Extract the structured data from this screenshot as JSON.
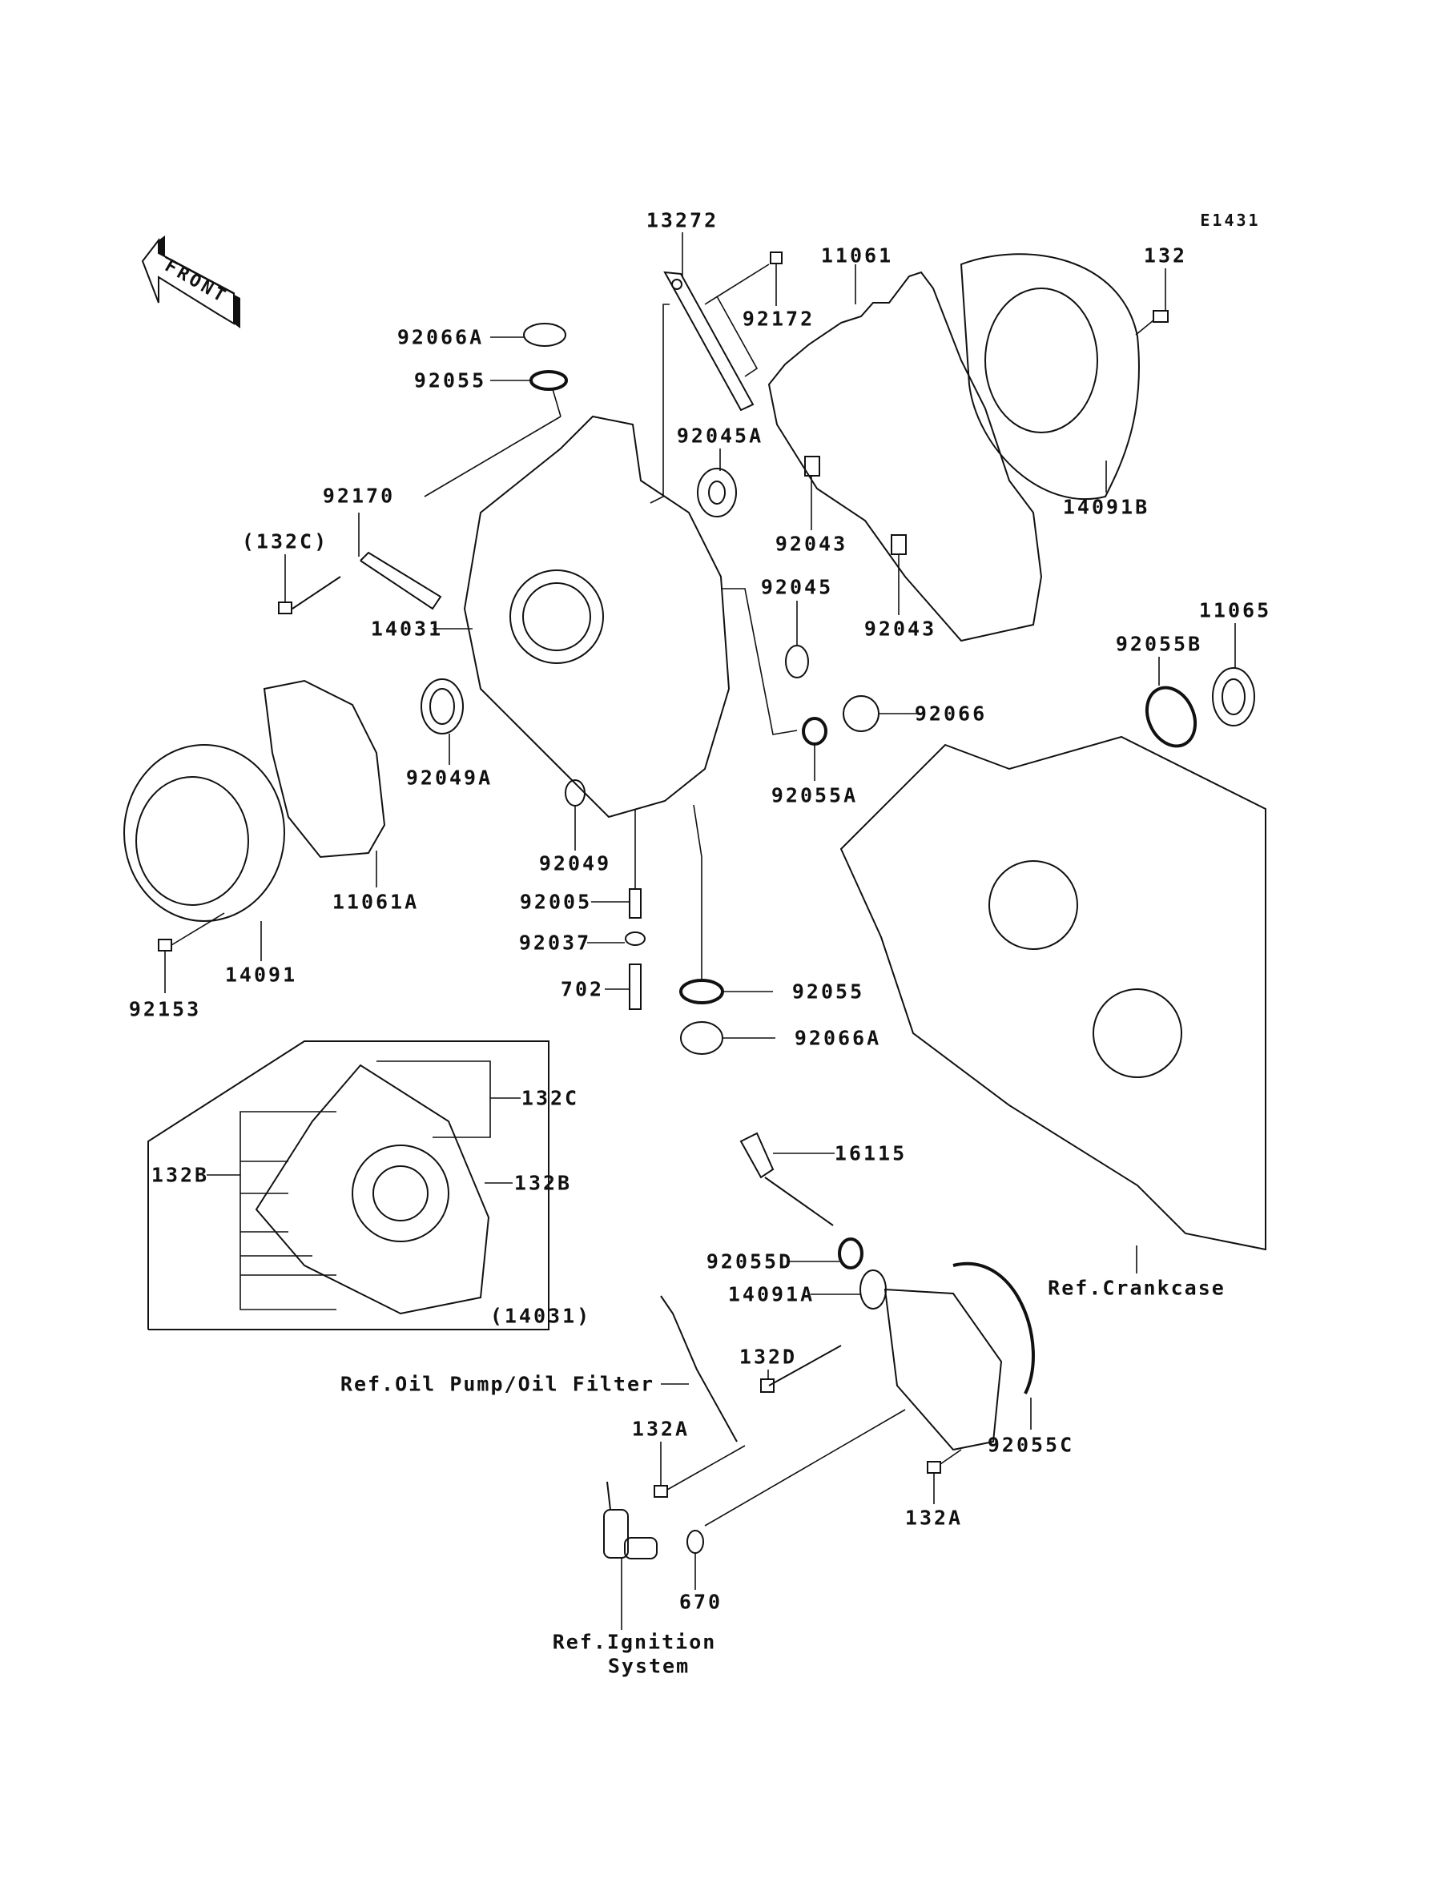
{
  "diagram": {
    "title_code": "E1431",
    "front_indicator": "FRONT",
    "parts": [
      {
        "id": "13272",
        "label": "13272"
      },
      {
        "id": "11061",
        "label": "11061"
      },
      {
        "id": "132",
        "label": "132"
      },
      {
        "id": "92172",
        "label": "92172"
      },
      {
        "id": "92066A_top",
        "label": "92066A"
      },
      {
        "id": "92055_top",
        "label": "92055"
      },
      {
        "id": "92045A",
        "label": "92045A"
      },
      {
        "id": "92170",
        "label": "92170"
      },
      {
        "id": "14091B",
        "label": "14091B"
      },
      {
        "id": "132C_paren",
        "label": "(132C)"
      },
      {
        "id": "92043_a",
        "label": "92043"
      },
      {
        "id": "92045",
        "label": "92045"
      },
      {
        "id": "11065",
        "label": "11065"
      },
      {
        "id": "14031",
        "label": "14031"
      },
      {
        "id": "92043_b",
        "label": "92043"
      },
      {
        "id": "92055B",
        "label": "92055B"
      },
      {
        "id": "92066",
        "label": "92066"
      },
      {
        "id": "92049A",
        "label": "92049A"
      },
      {
        "id": "92055A",
        "label": "92055A"
      },
      {
        "id": "92049",
        "label": "92049"
      },
      {
        "id": "11061A",
        "label": "11061A"
      },
      {
        "id": "92005",
        "label": "92005"
      },
      {
        "id": "92037",
        "label": "92037"
      },
      {
        "id": "14091",
        "label": "14091"
      },
      {
        "id": "702",
        "label": "702"
      },
      {
        "id": "92055_mid",
        "label": "92055"
      },
      {
        "id": "92153",
        "label": "92153"
      },
      {
        "id": "92066A_mid",
        "label": "92066A"
      },
      {
        "id": "132C",
        "label": "132C"
      },
      {
        "id": "16115",
        "label": "16115"
      },
      {
        "id": "132B_left",
        "label": "132B"
      },
      {
        "id": "132B_right",
        "label": "132B"
      },
      {
        "id": "92055D",
        "label": "92055D"
      },
      {
        "id": "14091A",
        "label": "14091A"
      },
      {
        "id": "14031_paren",
        "label": "(14031)"
      },
      {
        "id": "132D",
        "label": "132D"
      },
      {
        "id": "132A_left",
        "label": "132A"
      },
      {
        "id": "92055C",
        "label": "92055C"
      },
      {
        "id": "132A_right",
        "label": "132A"
      },
      {
        "id": "670",
        "label": "670"
      }
    ],
    "references": {
      "crankcase": "Ref.Crankcase",
      "oil_pump": "Ref.Oil Pump/Oil Filter",
      "ignition_line1": "Ref.Ignition",
      "ignition_line2": "System"
    }
  }
}
